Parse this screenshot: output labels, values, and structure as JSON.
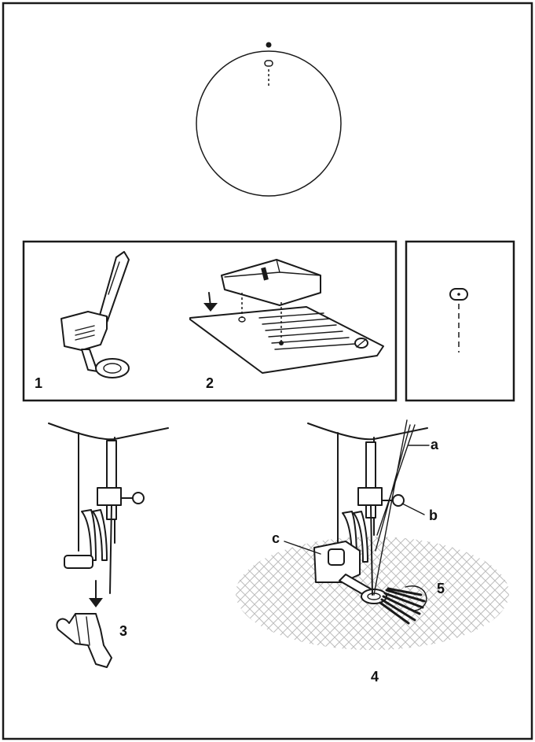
{
  "labels": {
    "step1": "1",
    "step2": "2",
    "step3": "3",
    "step4": "4",
    "step5": "5",
    "part_a": "a",
    "part_b": "b",
    "part_c": "c"
  },
  "colors": {
    "line": "#1a1a1a",
    "fabric_mesh": "#bdbdbd",
    "background": "#ffffff"
  },
  "icons": {
    "arrow": "down-arrow-icon",
    "detail": "needle-position-icon"
  }
}
